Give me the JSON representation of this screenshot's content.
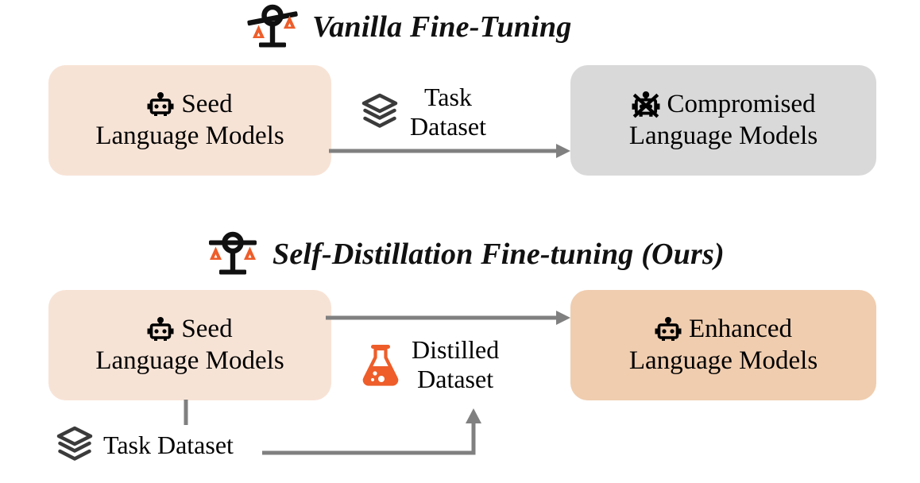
{
  "figure": {
    "colors": {
      "peach_light": "#F7E3D6",
      "peach_dark": "#F0CDAF",
      "gray_box": "#D9D9D9",
      "arrow_gray": "#808080",
      "accent_orange": "#EE5D2A",
      "icon_dark": "#3B3B3B",
      "text_black": "#111111",
      "background": "#FFFFFF"
    }
  },
  "row1": {
    "title": "Vanilla Fine-Tuning",
    "scale_icon": "unbalanced-scale-icon",
    "source_box": {
      "icon": "robot-icon",
      "line1": "Seed",
      "line2": "Language Models"
    },
    "middle": {
      "icon": "layers-stack-icon",
      "line1": "Task",
      "line2": "Dataset"
    },
    "target_box": {
      "icon": "robot-crossed-out-icon",
      "line1": "Compromised",
      "line2": "Language Models"
    }
  },
  "row2": {
    "title": "Self-Distillation Fine-tuning (Ours)",
    "scale_icon": "balanced-scale-icon",
    "source_box": {
      "icon": "robot-icon",
      "line1": "Seed",
      "line2": "Language Models"
    },
    "middle": {
      "icon": "flask-icon",
      "line1": "Distilled",
      "line2": "Dataset"
    },
    "target_box": {
      "icon": "robot-icon",
      "line1": "Enhanced",
      "line2": "Language Models"
    },
    "bottom": {
      "icon": "layers-stack-icon",
      "label": "Task Dataset"
    }
  }
}
